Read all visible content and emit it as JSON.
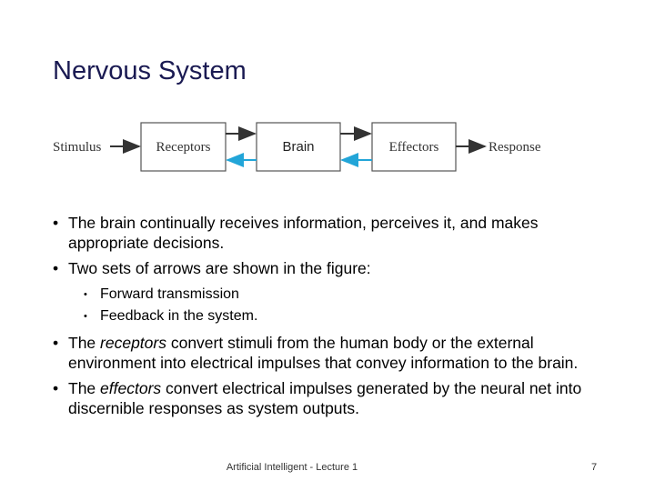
{
  "slide": {
    "title": "Nervous System",
    "footer": "Artificial Intelligent - Lecture 1",
    "page_number": "7"
  },
  "diagram": {
    "input_label": "Stimulus",
    "blocks": [
      "Receptors",
      "Brain",
      "Effectors"
    ],
    "output_label": "Response",
    "forward_arrow_color": "#333333",
    "feedback_arrow_color": "#22a5d8"
  },
  "bullets": [
    {
      "text": "The brain continually receives information, perceives it, and makes appropriate decisions."
    },
    {
      "text": "Two sets of arrows are shown in the figure:",
      "sub": [
        "Forward transmission",
        "Feedback in the system."
      ]
    },
    {
      "prefix": "The ",
      "em": "receptors",
      "rest": " convert stimuli from the human body or the external environment into electrical impulses that convey information to the brain."
    },
    {
      "prefix": "The ",
      "em": "effectors",
      "rest": " convert electrical impulses generated by the neural net into discernible responses as system outputs."
    }
  ]
}
